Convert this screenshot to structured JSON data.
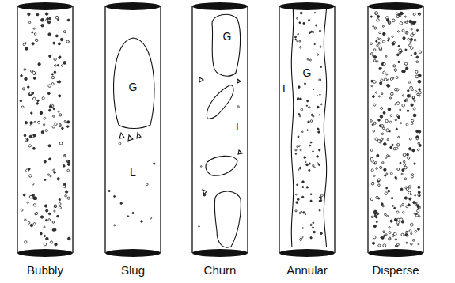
{
  "diagram": {
    "labels": [
      "G",
      "L",
      "G",
      "L",
      "G",
      "L",
      "Bubbly",
      "Slug",
      "Churn",
      "Annular",
      "Disperse"
    ]
  }
}
